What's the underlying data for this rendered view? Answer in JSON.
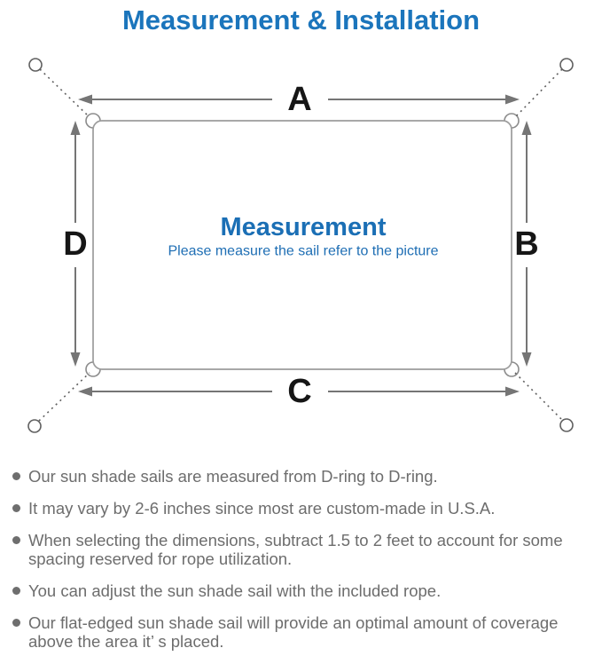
{
  "title": "Measurement & Installation",
  "colors": {
    "accent_blue": "#1b75bc",
    "center_text_blue": "#1b6fb5",
    "dimension_label_black": "#161616",
    "arrow_gray": "#757575",
    "sail_outline_gray": "#9c9c9c",
    "rope_gray": "#5f5f5f",
    "note_text_gray": "#6d6d6d"
  },
  "diagram": {
    "center_title": "Measurement",
    "center_subtitle": "Please measure the sail refer to the picture",
    "dimension_labels": {
      "top": "A",
      "right": "B",
      "bottom": "C",
      "left": "D"
    }
  },
  "bullets": [
    "Our sun shade sails are measured from D-ring to D-ring.",
    "It may vary by 2-6 inches since most are custom-made in U.S.A.",
    "When selecting the dimensions, subtract 1.5 to 2 feet to account for some spacing reserved for rope utilization.",
    "You can adjust the sun shade sail with the included rope.",
    "Our flat-edged sun shade sail will provide an optimal amount of coverage above the area it’ s placed."
  ]
}
